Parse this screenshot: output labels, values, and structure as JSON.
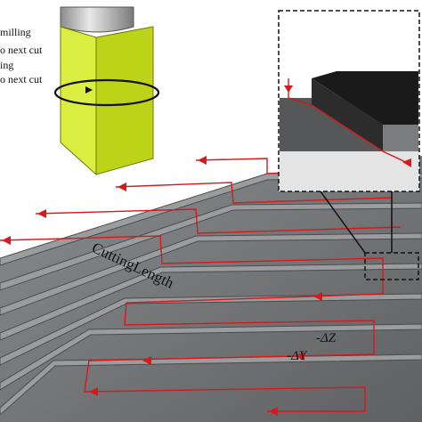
{
  "legend": [
    "milling",
    "o next cut",
    "ing",
    "o next cut"
  ],
  "labels": {
    "cutting_length": "CuttingLength",
    "delta_z": "-ΔZ",
    "delta_y": "-ΔY"
  },
  "colors": {
    "path": "#d7191c",
    "tool": "#c9e21f",
    "tool_dark": "#a9bf10",
    "surface": "#6d6f70",
    "surface_light": "#8c8e90",
    "inset_border": "#111111"
  }
}
